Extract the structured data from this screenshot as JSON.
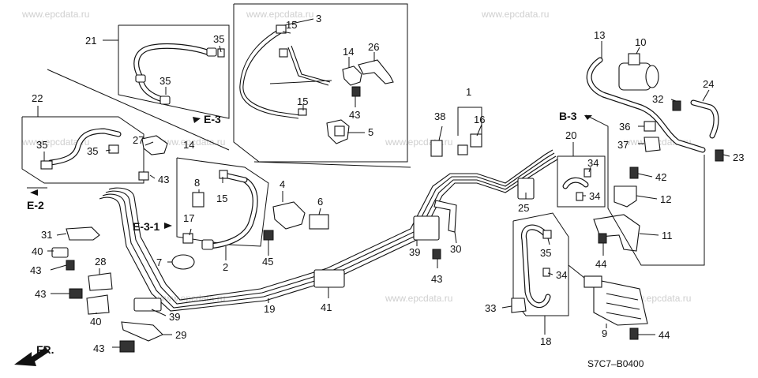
{
  "watermark": "www.epcdata.ru",
  "diagram_code": "S7C7–B0400",
  "front_label": "FR.",
  "refs": {
    "e3_top": "E-3",
    "e2": "E-2",
    "e31": "E-3-1",
    "b3": "B-3"
  },
  "callouts": {
    "c21": "21",
    "c35a": "35",
    "c35b": "35",
    "c15a": "15",
    "c3": "3",
    "c14a": "14",
    "c26": "26",
    "c15b": "15",
    "c43a": "43",
    "c5": "5",
    "c22": "22",
    "c35c": "35",
    "c35d": "35",
    "c27": "27",
    "c14b": "14",
    "c43b": "43",
    "c8": "8",
    "c15c": "15",
    "c4": "4",
    "c6": "6",
    "c17": "17",
    "c31": "31",
    "c40a": "40",
    "c43c": "43",
    "c28": "28",
    "c7": "7",
    "c2": "2",
    "c45": "45",
    "c43d": "43",
    "c40b": "40",
    "c39a": "39",
    "c29": "29",
    "c43e": "43",
    "c19": "19",
    "c41": "41",
    "c39b": "39",
    "c30": "30",
    "c43f": "43",
    "c38": "38",
    "c1": "1",
    "c16": "16",
    "c25": "25",
    "c13": "13",
    "c10": "10",
    "c24": "24",
    "c32": "32",
    "c36": "36",
    "c37": "37",
    "c23": "23",
    "c20": "20",
    "c34a": "34",
    "c34b": "34",
    "c42": "42",
    "c12": "12",
    "c11": "11",
    "c44a": "44",
    "c35e": "35",
    "c34c": "34",
    "c33": "33",
    "c18": "18",
    "c9": "9",
    "c44b": "44"
  }
}
